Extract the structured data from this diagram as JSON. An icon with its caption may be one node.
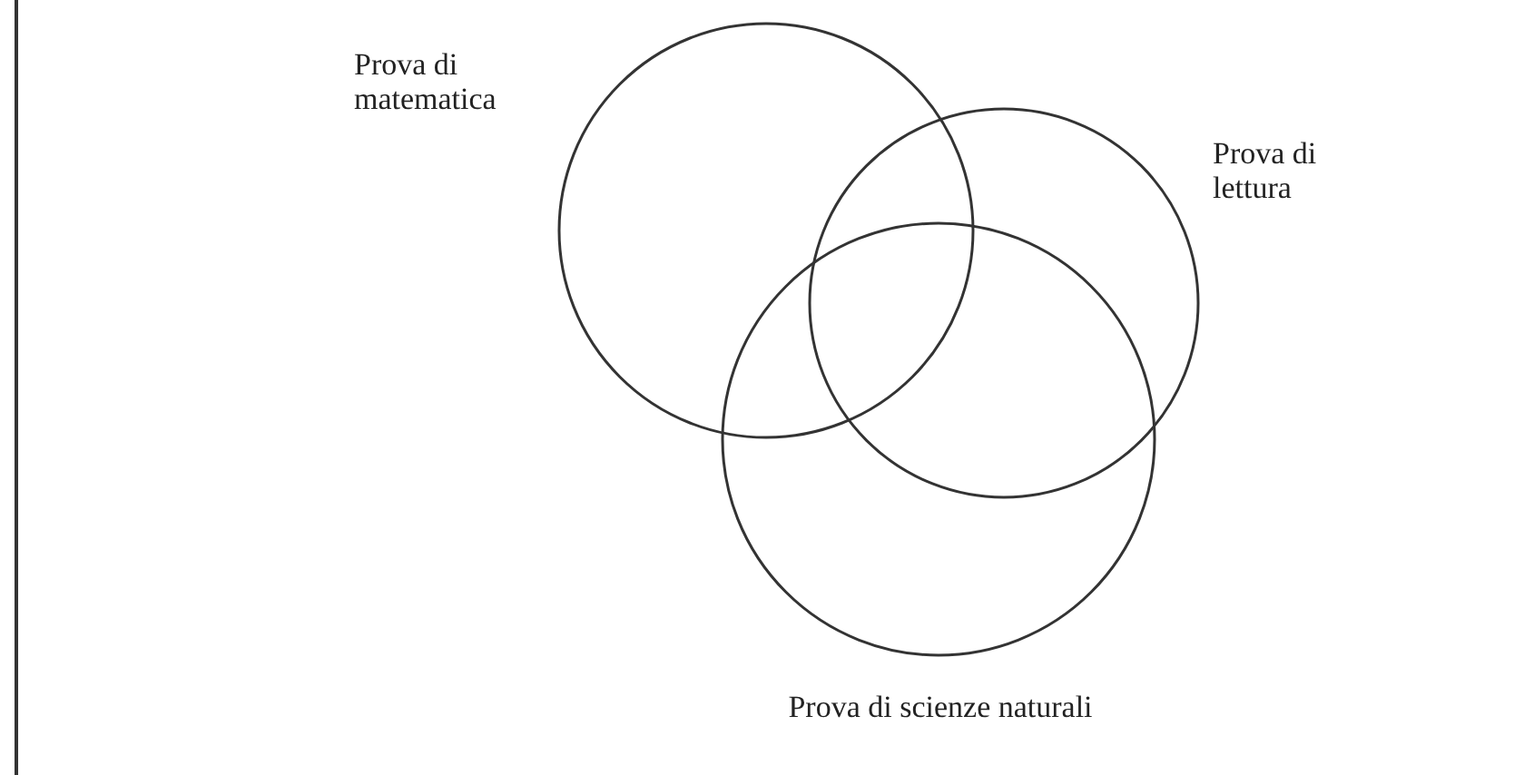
{
  "diagram": {
    "nodes": [
      {
        "text": [
          "Prova di matematica"
        ]
      },
      {
        "text": [
          "Prova di lettura"
        ]
      },
      {
        "text": [
          "Prova di scienze naturali"
        ]
      }
    ]
  }
}
